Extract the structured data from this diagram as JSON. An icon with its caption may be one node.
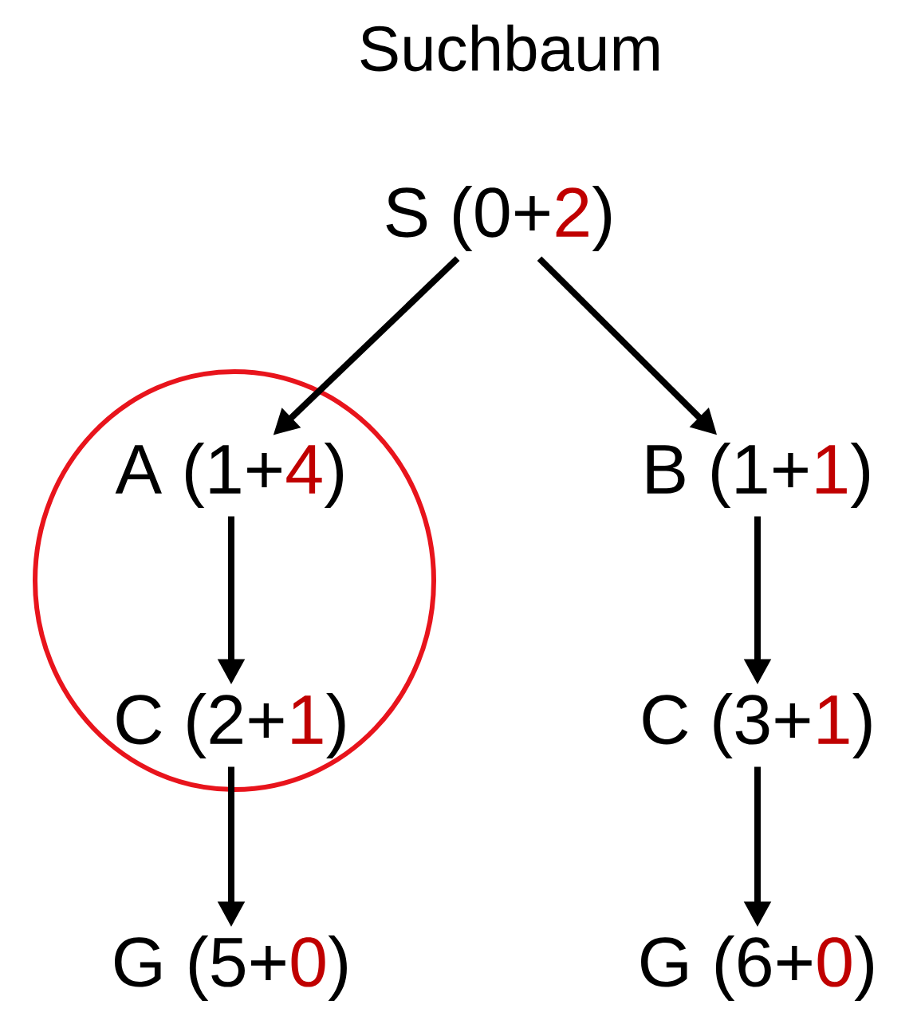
{
  "diagram": {
    "title": "Suchbaum",
    "nodes": [
      {
        "text": [
          "S (0+",
          "2",
          ")"
        ]
      },
      {
        "text": [],
        "shape": "circle"
      },
      {
        "text": [
          "A (1+",
          "4",
          ")"
        ],
        "in": 1
      },
      {
        "text": [
          "B (1+",
          "1",
          ")"
        ]
      },
      {
        "text": [
          "C (2+",
          "1",
          ")"
        ],
        "in": 1
      },
      {
        "text": [
          "C (3+",
          "1",
          ")"
        ]
      },
      {
        "text": [
          "G (5+",
          "0",
          ")"
        ]
      },
      {
        "text": [
          "G (6+",
          "0",
          ")"
        ]
      }
    ],
    "edges": [
      {
        "from": 0,
        "to": 2,
        "arrow": "to"
      },
      {
        "from": 0,
        "to": 3,
        "arrow": "to"
      },
      {
        "from": 2,
        "to": 4,
        "arrow": "to"
      },
      {
        "from": 3,
        "to": 5,
        "arrow": "to"
      },
      {
        "from": 4,
        "to": 6,
        "arrow": "to"
      },
      {
        "from": 5,
        "to": 7,
        "arrow": "to"
      }
    ]
  }
}
